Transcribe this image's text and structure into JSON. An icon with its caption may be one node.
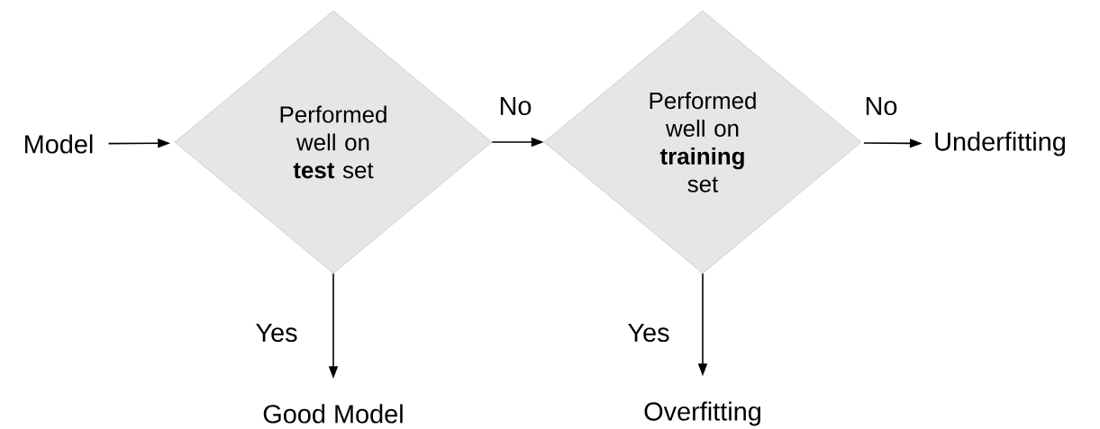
{
  "diagram": {
    "nodes": [
      {
        "text": [
          "Model"
        ]
      },
      {
        "text": [
          "Performed well on **test** set"
        ]
      },
      {
        "text": [
          "Performed well on **training** set"
        ]
      },
      {
        "text": [
          "Underfitting"
        ]
      },
      {
        "text": [
          "Good Model"
        ]
      },
      {
        "text": [
          "Overfitting"
        ]
      }
    ],
    "edges": [
      {
        "from": 0,
        "to": 1,
        "arrow": "to"
      },
      {
        "from": 1,
        "to": 2,
        "arrow": "to",
        "label": "No"
      },
      {
        "from": 2,
        "to": 3,
        "arrow": "to",
        "label": "No"
      },
      {
        "from": 1,
        "to": 4,
        "arrow": "to",
        "label": "Yes"
      },
      {
        "from": 2,
        "to": 5,
        "arrow": "to",
        "label": "Yes"
      }
    ]
  }
}
